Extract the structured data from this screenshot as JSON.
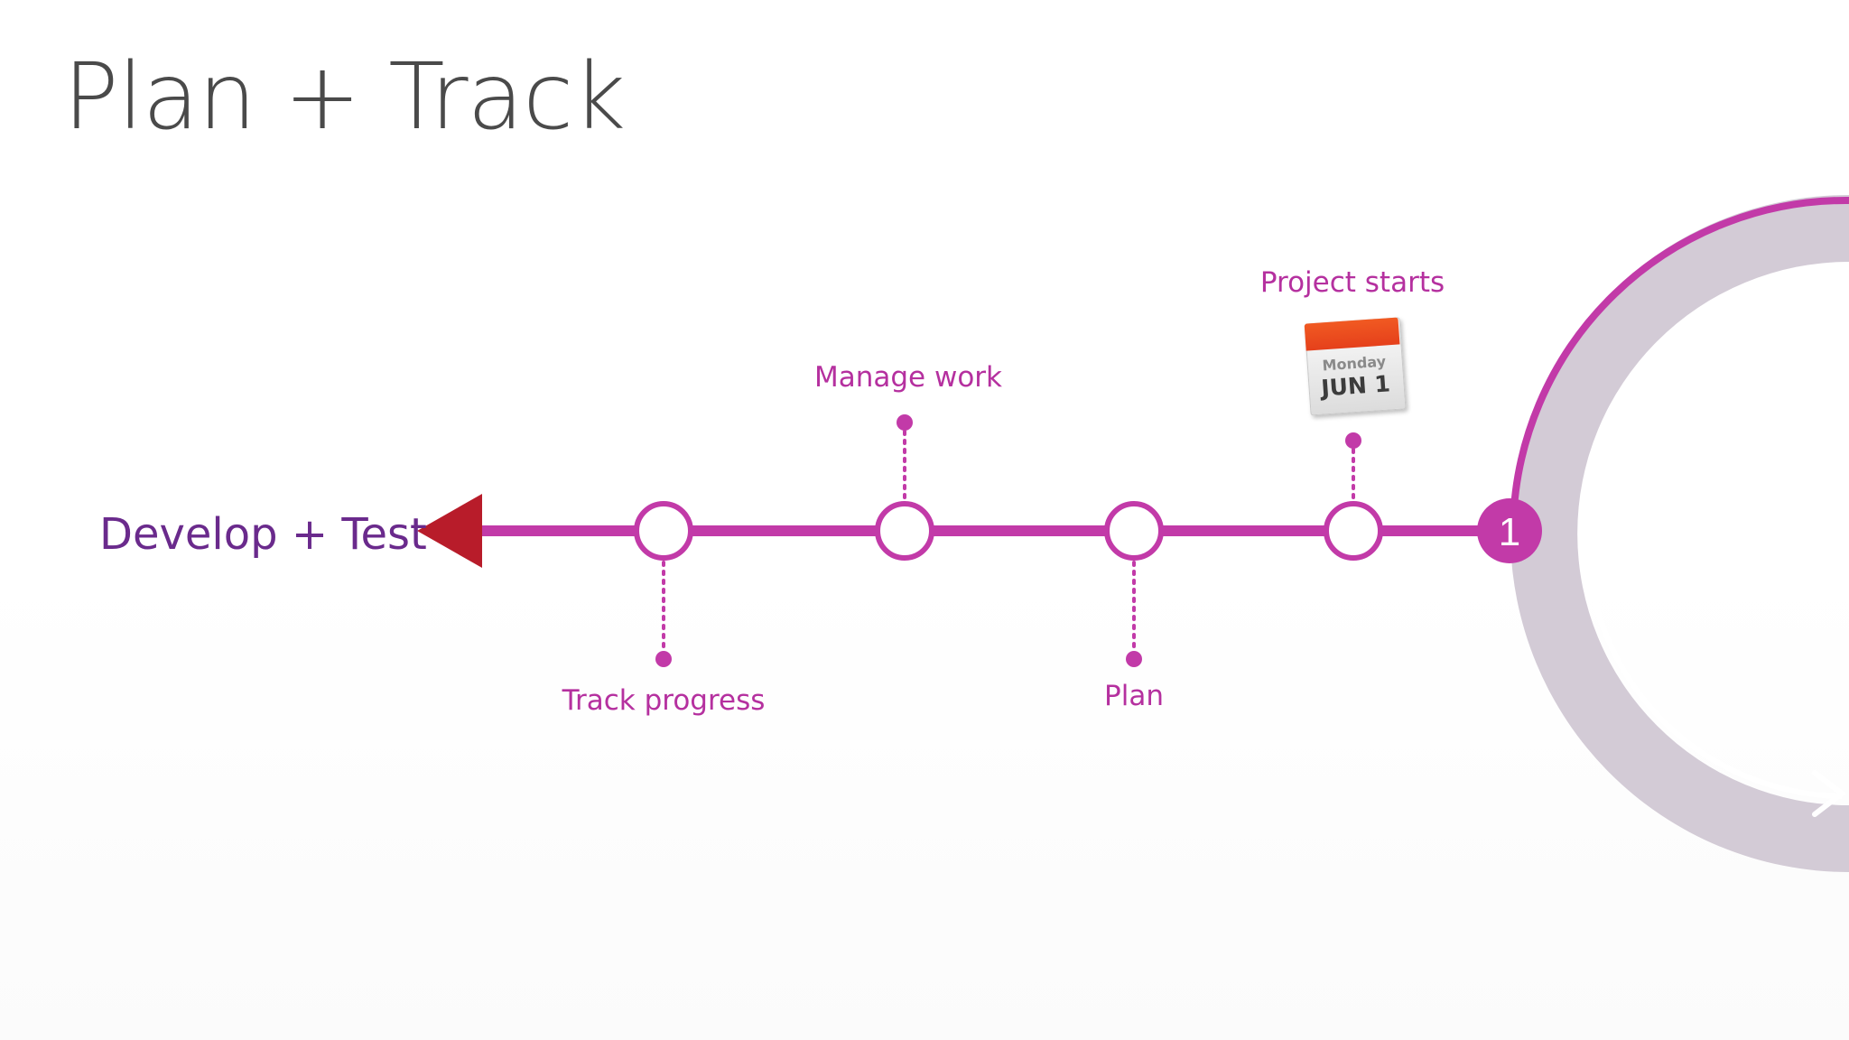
{
  "slide": {
    "title": "Plan + Track",
    "endpoint_label": "Develop + Test",
    "milestones": [
      {
        "label": "Track progress"
      },
      {
        "label": "Manage work"
      },
      {
        "label": "Plan"
      },
      {
        "label": "Project starts"
      }
    ],
    "start_marker": "1",
    "calendar": {
      "day": "Monday",
      "date": "JUN 1",
      "icon": "calendar-icon"
    }
  },
  "colors": {
    "timeline": "#c23aa8",
    "arrow_head": "#b81c2a",
    "endpoint_text": "#6a2a8c",
    "label_text": "#b5309f",
    "ring": "#d3cbd6",
    "title_text": "#4a4a4a"
  }
}
